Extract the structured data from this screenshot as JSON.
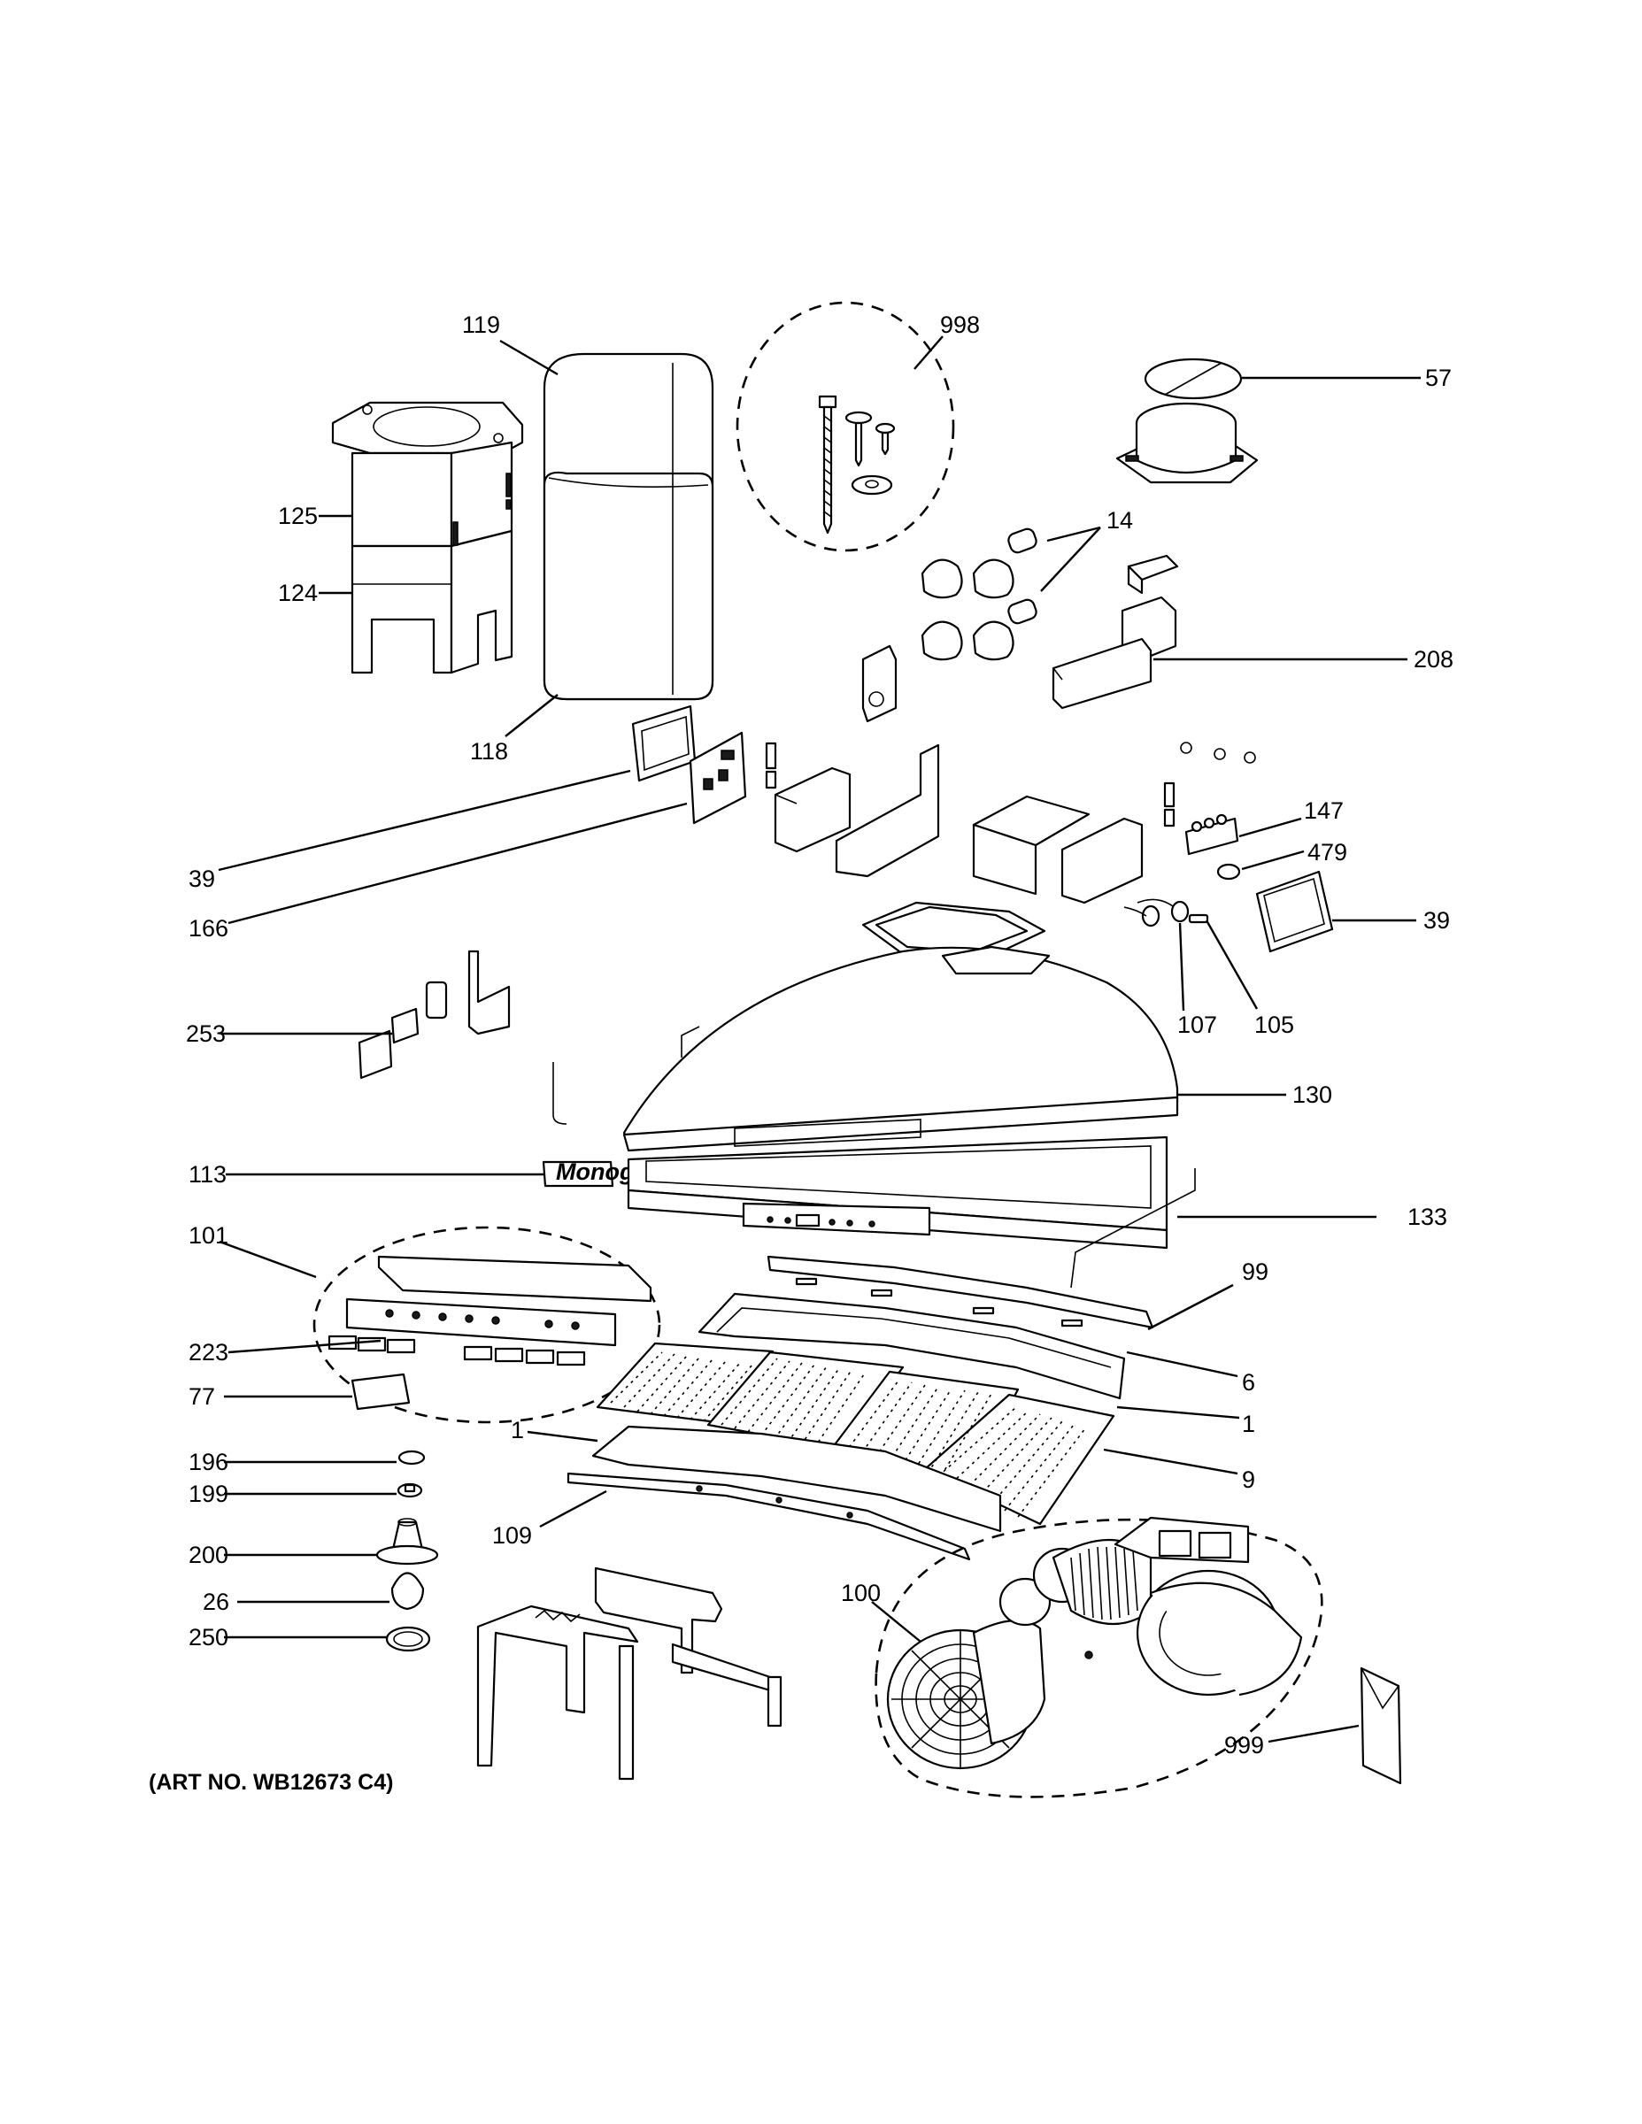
{
  "diagram": {
    "art_number": "(ART NO. WB12673 C4)",
    "logo_text": "Monogram",
    "callouts": {
      "p119": "119",
      "p998": "998",
      "p57": "57",
      "p125": "125",
      "p124": "124",
      "p14": "14",
      "p208": "208",
      "p118": "118",
      "p147": "147",
      "p479": "479",
      "p39a": "39",
      "p39b": "39",
      "p166": "166",
      "p107": "107",
      "p105": "105",
      "p253": "253",
      "p130": "130",
      "p113": "113",
      "p133": "133",
      "p101": "101",
      "p99": "99",
      "p6": "6",
      "p223": "223",
      "p1a": "1",
      "p77": "77",
      "p1b": "1",
      "p196": "196",
      "p9": "9",
      "p199": "199",
      "p109": "109",
      "p200": "200",
      "p100": "100",
      "p26": "26",
      "p250": "250",
      "p999": "999"
    }
  }
}
